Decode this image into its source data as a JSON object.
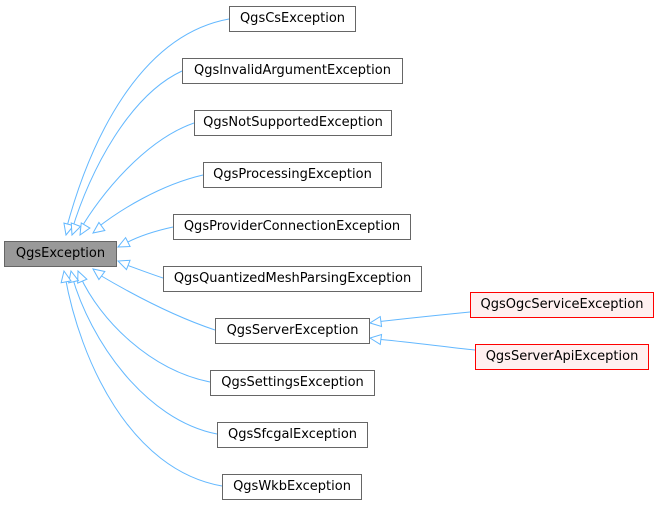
{
  "diagram": {
    "root": {
      "label": "QgsException"
    },
    "children": [
      {
        "label": "QgsCsException"
      },
      {
        "label": "QgsInvalidArgumentException"
      },
      {
        "label": "QgsNotSupportedException"
      },
      {
        "label": "QgsProcessingException"
      },
      {
        "label": "QgsProviderConnectionException"
      },
      {
        "label": "QgsQuantizedMeshParsingException"
      },
      {
        "label": "QgsServerException"
      },
      {
        "label": "QgsSettingsException"
      },
      {
        "label": "QgsSfcgalException"
      },
      {
        "label": "QgsWkbException"
      }
    ],
    "grandchildren": [
      {
        "label": "QgsOgcServiceException",
        "parent": "QgsServerException",
        "incomplete": true
      },
      {
        "label": "QgsServerApiException",
        "parent": "QgsServerException",
        "incomplete": true
      }
    ],
    "colors": {
      "edge": "#63b8ff",
      "node_border": "#666666",
      "root_fill": "#999999",
      "incomplete_border": "#ff0000",
      "incomplete_fill": "#fff0f0"
    }
  }
}
